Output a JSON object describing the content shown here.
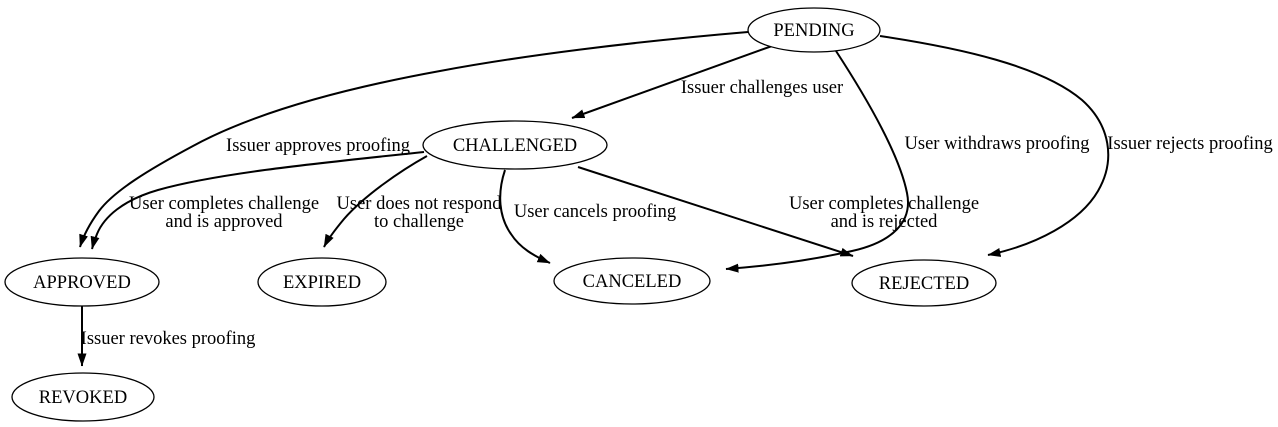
{
  "diagram": {
    "kind": "state-machine-graph",
    "colors": {
      "background": "#ffffff",
      "node_fill": "#ffffff",
      "stroke": "#000000",
      "text": "#000000"
    }
  },
  "nodes": {
    "pending": {
      "label": "PENDING"
    },
    "challenged": {
      "label": "CHALLENGED"
    },
    "approved": {
      "label": "APPROVED"
    },
    "expired": {
      "label": "EXPIRED"
    },
    "canceled": {
      "label": "CANCELED"
    },
    "rejected": {
      "label": "REJECTED"
    },
    "revoked": {
      "label": "REVOKED"
    }
  },
  "edges": {
    "pending_challenged": {
      "from": "PENDING",
      "to": "CHALLENGED",
      "label": "Issuer challenges user"
    },
    "pending_approved": {
      "from": "PENDING",
      "to": "APPROVED",
      "label": "Issuer approves proofing"
    },
    "pending_canceled": {
      "from": "PENDING",
      "to": "CANCELED",
      "label": "User withdraws proofing"
    },
    "pending_rejected": {
      "from": "PENDING",
      "to": "REJECTED",
      "label": "Issuer rejects proofing"
    },
    "challenged_approved": {
      "from": "CHALLENGED",
      "to": "APPROVED",
      "label_line1": "User completes challenge",
      "label_line2": "and is approved"
    },
    "challenged_expired": {
      "from": "CHALLENGED",
      "to": "EXPIRED",
      "label_line1": "User does not respond",
      "label_line2": "to challenge"
    },
    "challenged_canceled": {
      "from": "CHALLENGED",
      "to": "CANCELED",
      "label": "User cancels proofing"
    },
    "challenged_rejected": {
      "from": "CHALLENGED",
      "to": "REJECTED",
      "label_line1": "User completes challenge",
      "label_line2": "and is rejected"
    },
    "approved_revoked": {
      "from": "APPROVED",
      "to": "REVOKED",
      "label": "Issuer revokes proofing"
    }
  }
}
